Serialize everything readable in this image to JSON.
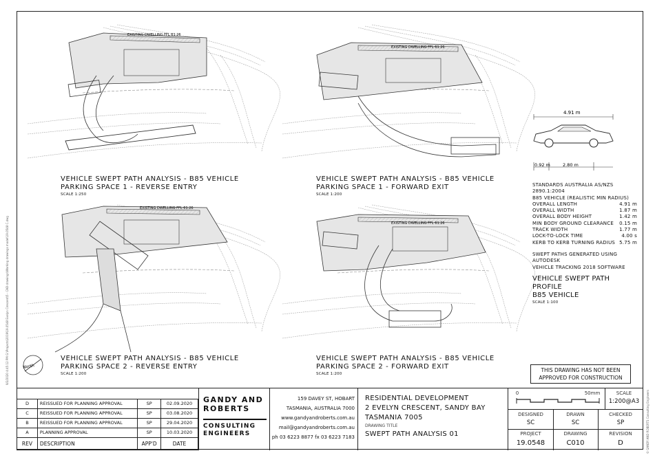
{
  "panels": [
    {
      "title": "VEHICLE SWEPT PATH ANALYSIS - B85 VEHICLE",
      "subtitle": "PARKING SPACE 1 - REVERSE ENTRY",
      "scale": "SCALE 1:250"
    },
    {
      "title": "VEHICLE SWEPT PATH ANALYSIS - B85 VEHICLE",
      "subtitle": "PARKING SPACE 1 - FORWARD EXIT",
      "scale": "SCALE 1:200"
    },
    {
      "title": "VEHICLE SWEPT PATH ANALYSIS - B85 VEHICLE",
      "subtitle": "PARKING SPACE 2 - REVERSE ENTRY",
      "scale": "SCALE 1:200"
    },
    {
      "title": "VEHICLE SWEPT PATH ANALYSIS - B85 VEHICLE",
      "subtitle": "PARKING SPACE 2 - FORWARD EXIT",
      "scale": "SCALE 1:200"
    }
  ],
  "dwelling_label": "EXISTING DWELLING FFL 61.26",
  "north_label": "North",
  "vehicle_dims": {
    "overall": "4.91 m",
    "front": "0.92 m",
    "wheelbase": "2.80 m"
  },
  "specs": {
    "heading1": "STANDARDS AUSTRALIA AS/NZS 2890.1:2004",
    "heading2": "B85 VEHICLE (REALISTIC MIN RADIUS)",
    "rows": [
      {
        "label": "OVERALL LENGTH",
        "value": "4.91 m"
      },
      {
        "label": "OVERALL WIDTH",
        "value": "1.87 m"
      },
      {
        "label": "OVERALL BODY HEIGHT",
        "value": "1.42 m"
      },
      {
        "label": "MIN BODY GROUND CLEARANCE",
        "value": "0.15 m"
      },
      {
        "label": "TRACK WIDTH",
        "value": "1.77 m"
      },
      {
        "label": "LOCK-TO-LOCK TIME",
        "value": "4.00 s"
      },
      {
        "label": "KERB TO KERB TURNING RADIUS",
        "value": "5.75 m"
      }
    ],
    "note1": "SWEPT PATHS GENERATED USING AUTODESK",
    "note2": "VEHICLE TRACKING 2018 SOFTWARE",
    "profile_title": "VEHICLE SWEPT PATH PROFILE",
    "profile_sub": "B85 VEHICLE",
    "profile_scale": "SCALE 1:100"
  },
  "notice": {
    "line1": "THIS DRAWING HAS NOT BEEN",
    "line2": "APPROVED FOR CONSTRUCTION"
  },
  "revisions": {
    "header": {
      "rev": "REV",
      "desc": "DESCRIPTION",
      "appd": "APP'D",
      "date": "DATE"
    },
    "rows": [
      {
        "rev": "D",
        "desc": "REISSUED FOR PLANNING APPROVAL",
        "appd": "SP",
        "date": "02.09.2020"
      },
      {
        "rev": "C",
        "desc": "REISSUED FOR PLANNING APPROVAL",
        "appd": "SP",
        "date": "03.08.2020"
      },
      {
        "rev": "B",
        "desc": "REISSUED FOR PLANNING APPROVAL",
        "appd": "SP",
        "date": "29.04.2020"
      },
      {
        "rev": "A",
        "desc": "PLANNING APPROVAL",
        "appd": "SP",
        "date": "10.03.2020"
      }
    ]
  },
  "company": {
    "line1": "GANDY AND",
    "line2": "ROBERTS",
    "line3": "CONSULTING",
    "line4": "ENGINEERS",
    "addr1": "159 DAVEY ST, HOBART",
    "addr2": "TASMANIA, AUSTRALIA 7000",
    "web": "www.gandyandroberts.com.au",
    "email": "mail@gandyandroberts.com.au",
    "phone": "ph 03 6223 8877  fx 03 6223 7183"
  },
  "project": {
    "line1": "RESIDENTIAL DEVELOPMENT",
    "line2": "2 EVELYN CRESCENT, SANDY BAY",
    "line3": "TASMANIA 7005",
    "drawing_title_label": "DRAWING TITLE",
    "drawing_title": "SWEPT PATH ANALYSIS 01"
  },
  "info": {
    "scalebar_zero": "0",
    "scalebar_end": "50mm",
    "scale_label": "SCALE",
    "scale_value": "1:200@A3",
    "designed_label": "DESIGNED",
    "designed": "SC",
    "drawn_label": "DRAWN",
    "drawn": "SC",
    "checked_label": "CHECKED",
    "checked": "SP",
    "project_label": "PROJECT",
    "project": "19.0548",
    "drawing_label": "DRAWING",
    "drawing": "C010",
    "revision_label": "REVISION",
    "revision": "D"
  },
  "side_left": "9/2/2020 4:45:12 PM  G:\\Projects\\2019\\19.0548 Evelyn Crescent\\5 - CAD drawings\\Working drawings model\\19.0548 C.dwg",
  "side_right": "© GANDY AND ROBERTS Consulting Engineers"
}
